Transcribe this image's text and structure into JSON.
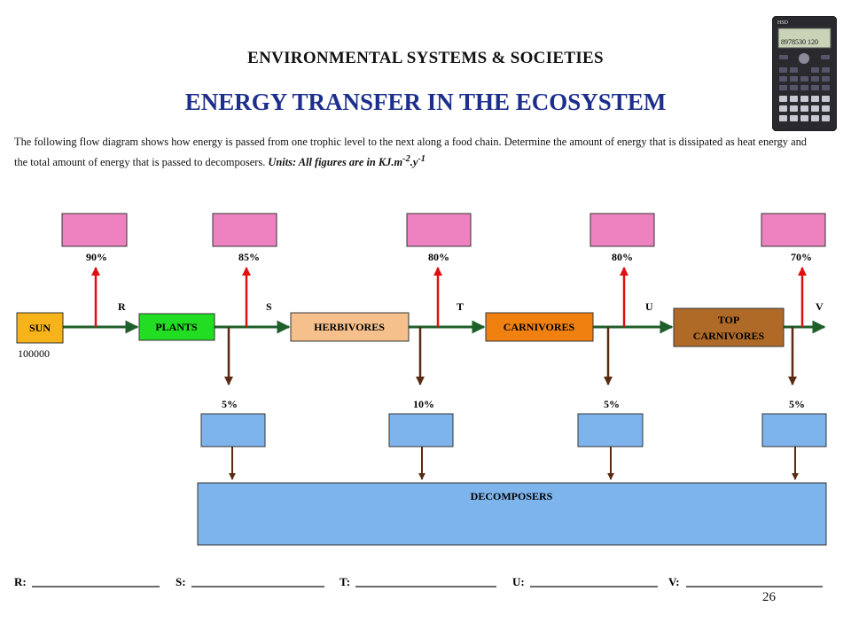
{
  "header": {
    "subject": "ENVIRONMENTAL SYSTEMS & SOCIETIES",
    "title": "ENERGY TRANSFER IN THE ECOSYSTEM",
    "intro_text": "The following flow diagram shows how energy is passed from one trophic level to the next along a food chain.  Determine the amount of energy that is dissipated as heat energy and the total amount of energy that is passed to decomposers. ",
    "units_prefix": "Units: All figures are in KJ.m",
    "units_exp1": "-2",
    "units_mid": ".y",
    "units_exp2": "-1"
  },
  "calculator": {
    "brand": "HSD",
    "display": "8978530 120"
  },
  "diagram": {
    "nodes": {
      "sun": "SUN",
      "sun_value": "100000",
      "plants": "PLANTS",
      "herbivores": "HERBIVORES",
      "carnivores": "CARNIVORES",
      "top_line1": "TOP",
      "top_line2": "CARNIVORES",
      "decomposers": "DECOMPOSERS"
    },
    "transfer_labels": [
      "R",
      "S",
      "T",
      "U",
      "V"
    ],
    "heat_percentages": [
      "90%",
      "85%",
      "80%",
      "80%",
      "70%"
    ],
    "decomposer_percentages": [
      "5%",
      "10%",
      "5%",
      "5%"
    ],
    "colors": {
      "heat_box": "#ee82c0",
      "decomposer_box": "#7eb4ec",
      "sun": "#f6b41a",
      "plants": "#22dd22",
      "herbivores": "#f6c08c",
      "carnivores": "#f08010",
      "top_carnivores": "#b06a28",
      "arrow_main": "#1f5f2a",
      "arrow_heat": "#e01010",
      "arrow_decomposer": "#5a2a12"
    }
  },
  "answers": {
    "r": "R:",
    "s": "S:",
    "t": "T:",
    "u": "U:",
    "v": "V:"
  },
  "page_number": "26"
}
